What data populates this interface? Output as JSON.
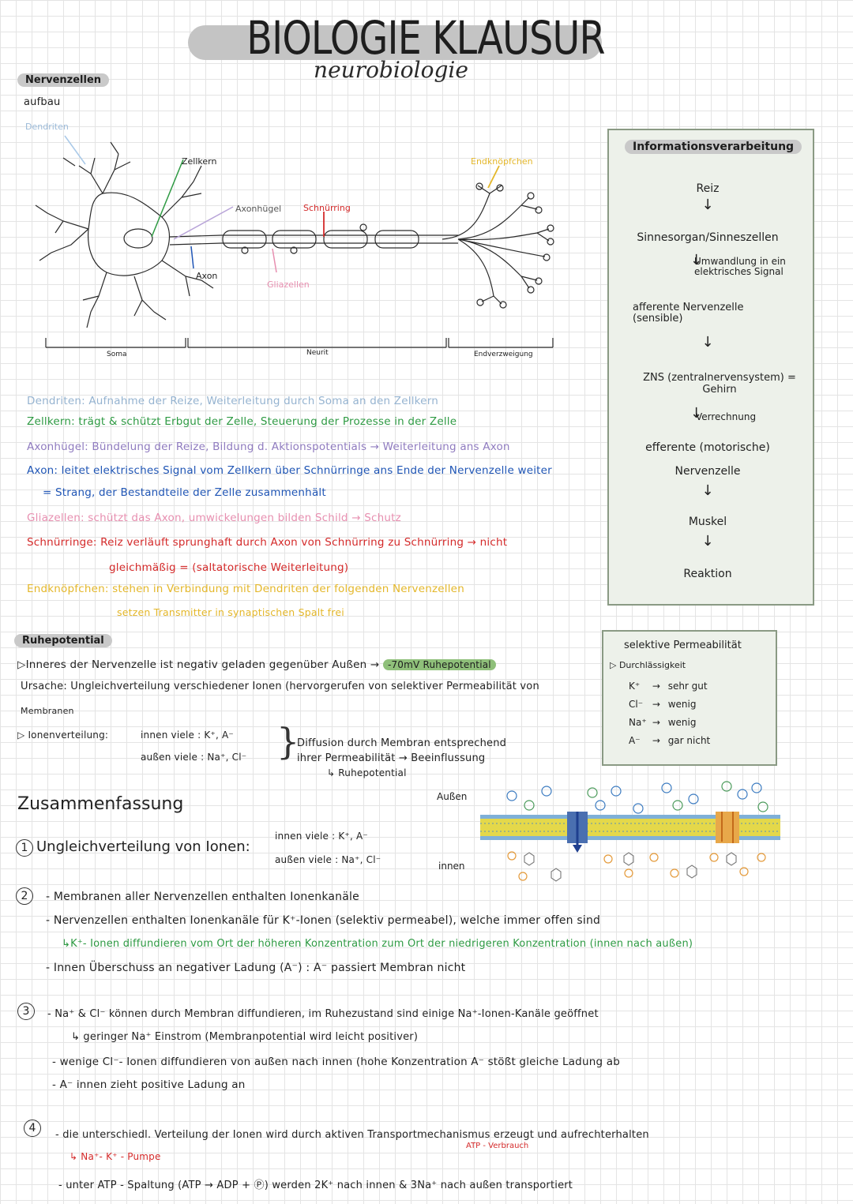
{
  "title": "BIOLOGIE KLAUSUR",
  "subtitle": "neurobiologie",
  "section1": {
    "heading": "Nervenzellen",
    "subheading": "aufbau",
    "diagram_labels": {
      "dendriten": "Dendriten",
      "zellkern": "Zellkern",
      "axonhuegel": "Axonhügel",
      "schnuerring": "Schnürring",
      "axon": "Axon",
      "gliazellen": "Gliazellen",
      "endknoepfchen": "Endknöpfchen",
      "soma": "Soma",
      "neurit": "Neurit",
      "endverzweigung": "Endverzweigung"
    },
    "descriptions": {
      "d1": "Dendriten: Aufnahme der Reize, Weiterleitung durch Soma an den Zellkern",
      "d2": "Zellkern: trägt & schützt Erbgut der Zelle, Steuerung der Prozesse in der Zelle",
      "d3": "Axonhügel: Bündelung der Reize, Bildung d. Aktionspotentials → Weiterleitung ans Axon",
      "d4": "Axon: leitet elektrisches Signal vom Zellkern über Schnürringe ans Ende der Nervenzelle weiter",
      "d4b": "= Strang, der Bestandteile der Zelle zusammenhält",
      "d5": "Gliazellen: schützt das Axon, umwickelungen bilden Schild → Schutz",
      "d6": "Schnürringe: Reiz verläuft sprunghaft durch Axon von Schnürring zu Schnürring → nicht",
      "d6b": "gleichmäßig = (saltatorische Weiterleitung)",
      "d7": "Endknöpfchen: stehen in Verbindung mit Dendriten der folgenden Nervenzellen",
      "d7b": "setzen Transmitter in synaptischen Spalt frei"
    }
  },
  "info_box": {
    "heading": "Informationsverarbeitung",
    "items": [
      "Reiz",
      "Sinnesorgan/Sinneszellen",
      "Umwandlung in ein elektrisches Signal",
      "afferente Nervenzelle (sensible)",
      "ZNS (zentralnervensystem) = Gehirn",
      "Verrechnung",
      "efferente (motorische)",
      "Nervenzelle",
      "Muskel",
      "Reaktion"
    ]
  },
  "permeability_box": {
    "heading": "selektive Permeabilität",
    "sub": "▷ Durchlässigkeit",
    "rows": [
      {
        "ion": "K⁺",
        "value": "sehr gut"
      },
      {
        "ion": "Cl⁻",
        "value": "wenig"
      },
      {
        "ion": "Na⁺",
        "value": "wenig"
      },
      {
        "ion": "A⁻",
        "value": "gar nicht"
      }
    ]
  },
  "section2": {
    "heading": "Ruhepotential",
    "l1a": "▷Inneres der Nervenzelle ist negativ geladen gegenüber Außen →",
    "l1b": "-70mV Ruhepotential",
    "l2": "Ursache: Ungleichverteilung verschiedener Ionen (hervorgerufen von selektiver Permeabilität von",
    "l3": "Membranen",
    "l4": "▷ Ionenverteilung:",
    "inner": "innen viele : K⁺, A⁻",
    "outer": "außen viele : Na⁺, Cl⁻",
    "diff1": "Diffusion durch Membran entsprechend",
    "diff2": "ihrer Permeabilität → Beeinflussung",
    "diff3": "↳ Ruhepotential"
  },
  "summary": {
    "heading": "Zusammenfassung",
    "p1_num": "1",
    "p1": "Ungleichverteilung von Ionen:",
    "p1_inner": "innen viele : K⁺, A⁻",
    "p1_outer": "außen viele : Na⁺, Cl⁻",
    "membrane_outside": "Außen",
    "membrane_inside": "innen",
    "p2_num": "2",
    "p2a": "- Membranen aller Nervenzellen enthalten Ionenkanäle",
    "p2b": "- Nervenzellen enthalten Ionenkanäle für K⁺-Ionen (selektiv permeabel), welche immer offen sind",
    "p2c": "↳K⁺- Ionen diffundieren vom Ort der höheren Konzentration zum Ort der niedrigeren Konzentration (innen nach außen)",
    "p2d": "- Innen Überschuss an negativer Ladung (A⁻) : A⁻ passiert Membran nicht",
    "p3_num": "3",
    "p3a": "- Na⁺ & Cl⁻ können durch Membran diffundieren, im Ruhezustand sind einige Na⁺-Ionen-Kanäle geöffnet",
    "p3b": "↳ geringer Na⁺ Einstrom (Membranpotential wird leicht positiver)",
    "p3c": "- wenige Cl⁻- Ionen diffundieren von außen nach innen (hohe Konzentration A⁻ stößt gleiche Ladung ab",
    "p3d": "- A⁻ innen zieht positive Ladung an",
    "p4_num": "4",
    "p4a": "- die unterschiedl. Verteilung der Ionen wird durch aktiven Transportmechanismus erzeugt und aufrechterhalten",
    "p4b": "ATP - Verbrauch",
    "p4c": "↳ Na⁺- K⁺ - Pumpe",
    "p4d": "- unter ATP - Spaltung (ATP → ADP + Ⓟ) werden 2K⁺ nach innen & 3Na⁺ nach außen transportiert"
  },
  "colors": {
    "grid": "#e4e4e4",
    "pill_gray": "#c9c9c9",
    "box_bg": "#edf1ea",
    "green": "#2e9a43",
    "blue": "#1f55b5",
    "red": "#d42a2a",
    "pink": "#e78fb0",
    "yellow": "#e4b72a"
  }
}
